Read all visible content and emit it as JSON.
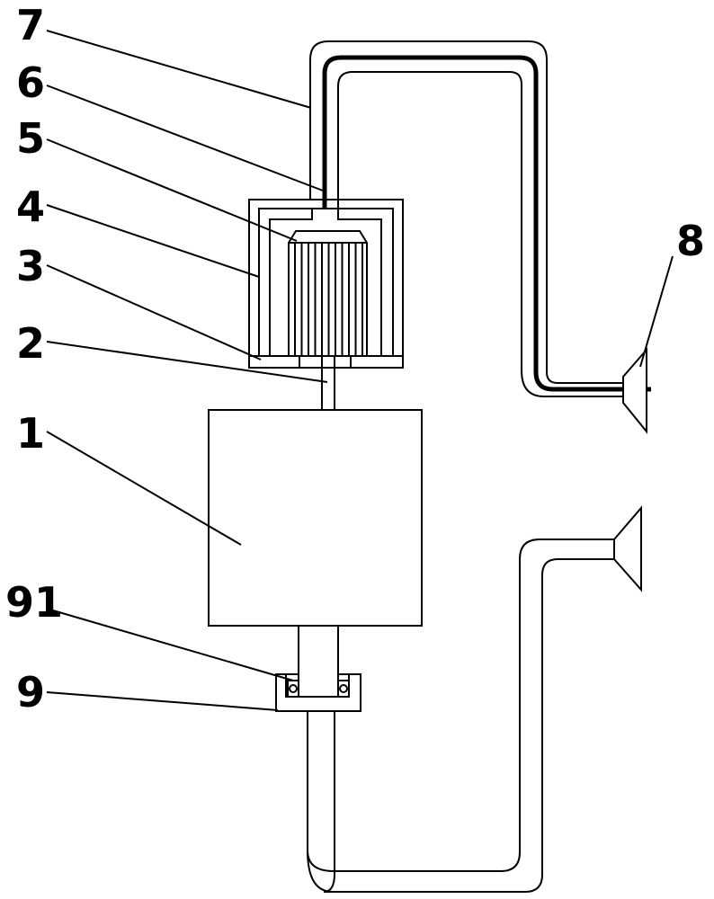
{
  "labels": {
    "l1": "1",
    "l2": "2",
    "l3": "3",
    "l4": "4",
    "l5": "5",
    "l6": "6",
    "l7": "7",
    "l8": "8",
    "l9": "9",
    "l91": "91"
  },
  "colors": {
    "line": "#000000",
    "background": "#ffffff"
  }
}
